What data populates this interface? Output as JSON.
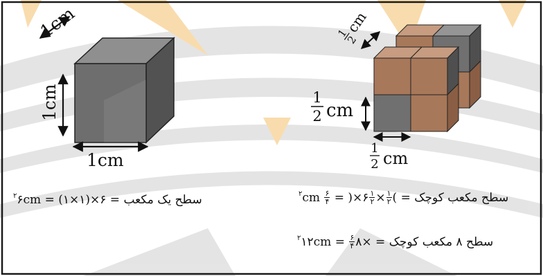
{
  "colors": {
    "large_cube_front": "#6e6e6e",
    "large_cube_top": "#8f8f8f",
    "large_cube_side": "#525252",
    "small_cube_brown_front": "#a8785a",
    "small_cube_brown_top": "#c79c80",
    "small_cube_brown_side": "#8a5e44",
    "small_cube_gray_front": "#707070",
    "small_cube_gray_top": "#959595",
    "small_cube_gray_side": "#4f4f4f",
    "watermark": "#cfcfcf",
    "accent_orange": "#f5c06b",
    "frame": "#1a1a1a"
  },
  "large_cube": {
    "label_top": "1cm",
    "label_left": "1cm",
    "label_bottom": "1cm"
  },
  "small_cubes": {
    "label_top_num": "1",
    "label_top_den": "2",
    "label_top_unit": "cm",
    "label_left_num": "1",
    "label_left_den": "2",
    "label_left_unit": "cm",
    "label_bottom_num": "1",
    "label_bottom_den": "2",
    "label_bottom_unit": "cm"
  },
  "equations": {
    "big_cube_area": {
      "text_fa": "سطح یک مکعب",
      "eq": "=",
      "expr": "(۱×۱)×۶",
      "eq2": "=",
      "result": "۶cm",
      "exp": "۲"
    },
    "small_cube_area": {
      "text_fa": "سطح مکعب کوچک",
      "eq": "=",
      "open": "(",
      "f1_num": "۱",
      "f1_den": "۲",
      "times": "×",
      "f2_num": "۱",
      "f2_den": "۲",
      "close": ")×۶",
      "eq2": "=",
      "f3_num": "۶",
      "f3_den": "۴",
      "result": "cm",
      "exp": "۲"
    },
    "eight_cubes_area": {
      "text_fa": "سطح ۸ مکعب کوچک",
      "eq": "=",
      "expr": "۸×",
      "f_num": "۶",
      "f_den": "۴",
      "eq2": "=",
      "result": "۱۲cm",
      "exp": "۲"
    }
  }
}
